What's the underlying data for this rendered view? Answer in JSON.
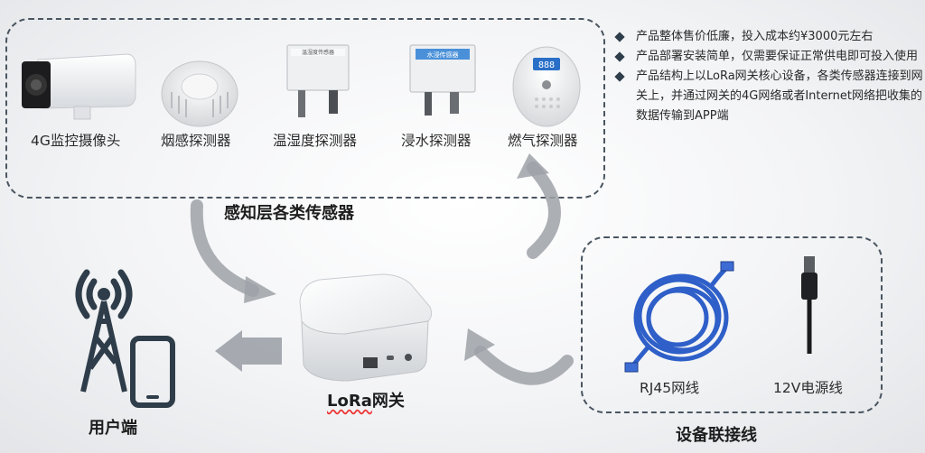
{
  "sensors": {
    "items": [
      {
        "label": "4G监控摄像头",
        "icon": "camera-icon"
      },
      {
        "label": "烟感探测器",
        "icon": "smoke-detector-icon"
      },
      {
        "label": "温湿度探测器",
        "icon": "temp-humidity-sensor-icon",
        "device_text": "温湿度传感器"
      },
      {
        "label": "浸水探测器",
        "icon": "water-sensor-icon",
        "device_text": "水浸传感器"
      },
      {
        "label": "燃气探测器",
        "icon": "gas-detector-icon",
        "device_text": "888"
      }
    ],
    "group_title": "感知层各类传感器"
  },
  "features": [
    "产品整体售价低廉，投入成本约¥3000元左右",
    "产品部署安装简单，仅需要保证正常供电即可投入使用",
    "产品结构上以LoRa网关核心设备，各类传感器连接到网关上，并通过网关的4G网络或者Internet网络把收集的数据传输到APP端"
  ],
  "gateway": {
    "label_prefix": "LoRa",
    "label_suffix": "网关",
    "icon": "gateway-router-icon"
  },
  "user": {
    "label": "用户端",
    "icons": [
      "signal-tower-icon",
      "smartphone-icon"
    ]
  },
  "connections": {
    "items": [
      {
        "label": "RJ45网线",
        "icon": "ethernet-cable-icon"
      },
      {
        "label": "12V电源线",
        "icon": "power-cable-icon"
      }
    ],
    "group_title": "设备联接线"
  },
  "colors": {
    "cable_blue": "#2f5fc8",
    "arrow_gray": "#8a8f95",
    "tower_dark": "#2e3d49",
    "wavy_underline": "#e33333"
  }
}
